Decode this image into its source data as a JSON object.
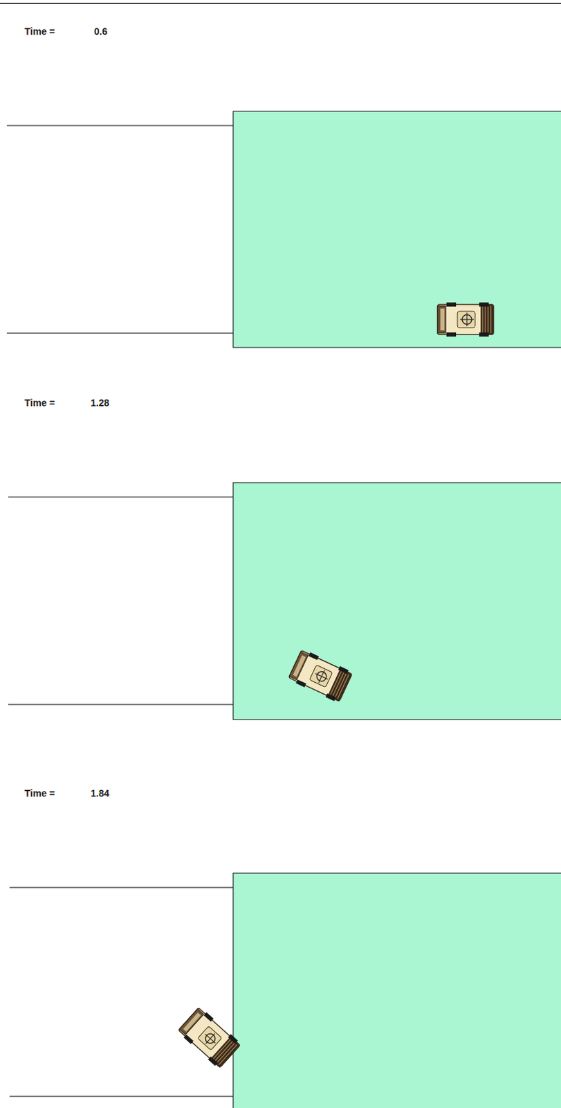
{
  "diagram": {
    "labels": [
      "Time =",
      "0.6",
      "Time =",
      "1.28",
      "Time =",
      "1.84"
    ]
  }
}
